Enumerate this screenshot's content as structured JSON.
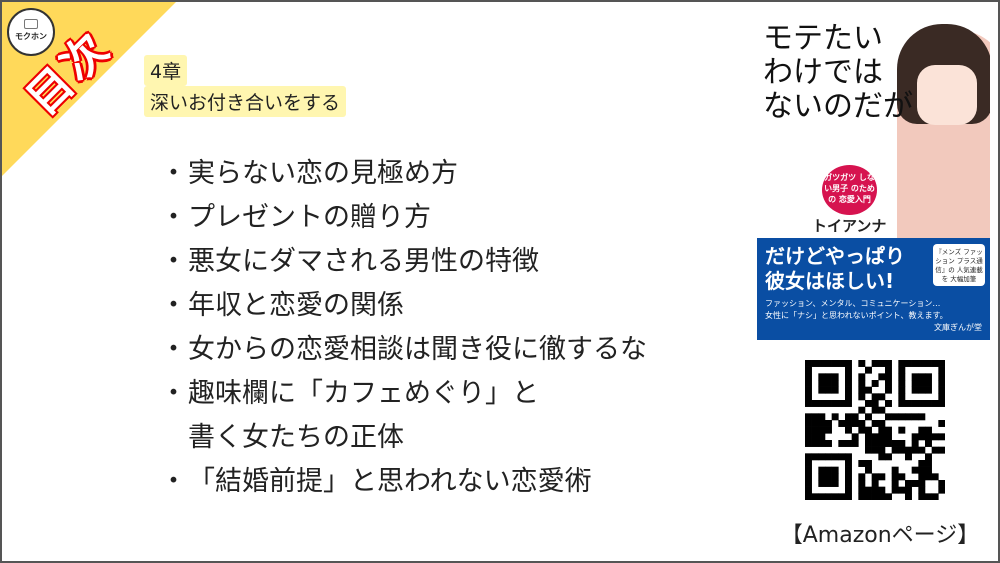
{
  "logo": {
    "text": "モクホン"
  },
  "badge": {
    "text": "目次"
  },
  "chapter": {
    "number": "4章",
    "title": "深いお付き合いをする"
  },
  "items": [
    "実らない恋の見極め方",
    "プレゼントの贈り方",
    "悪女にダマされる男性の特徴",
    "年収と恋愛の関係",
    "女からの恋愛相談は聞き役に徹するな",
    "趣味欄に「カフェめぐり」と\n書く女たちの正体",
    "「結婚前提」と思われない恋愛術"
  ],
  "book": {
    "title_lines": [
      "モテたい",
      "わけでは",
      "ないのだが"
    ],
    "badge": "ガツガツ しない男子 のための 恋愛入門",
    "author": "トイアンナ",
    "tagline1": "だけどやっぱり",
    "tagline2": "彼女はほしい!",
    "blurb1": "ファッション、メンタル、コミュニケーション…",
    "blurb2": "女性に「ナシ」と思われないポイント、教えます。",
    "publisher": "文庫ぎんが堂",
    "box": "『メンズ ファッション プラス通信』の 人気連載を 大幅加筆"
  },
  "link": {
    "label": "【Amazonページ】"
  },
  "colors": {
    "accent": "#ffd95a",
    "mokuji": "#e00000",
    "chapter_bg": "#fff6b0",
    "band": "#0a4ea3"
  }
}
